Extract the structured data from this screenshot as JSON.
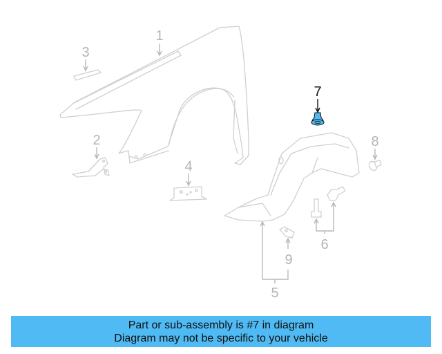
{
  "diagram": {
    "highlighted_part": "7",
    "highlight_color": "#4fbaf4",
    "callouts": [
      {
        "id": "1",
        "label": "1"
      },
      {
        "id": "2",
        "label": "2"
      },
      {
        "id": "3",
        "label": "3"
      },
      {
        "id": "4",
        "label": "4"
      },
      {
        "id": "5",
        "label": "5"
      },
      {
        "id": "6",
        "label": "6"
      },
      {
        "id": "7",
        "label": "7"
      },
      {
        "id": "8",
        "label": "8"
      },
      {
        "id": "9",
        "label": "9"
      }
    ]
  },
  "banner": {
    "line1": "Part or sub-assembly is #7 in diagram",
    "line2": "Diagram may not be specific to your vehicle",
    "background": "#4fbaf4"
  }
}
